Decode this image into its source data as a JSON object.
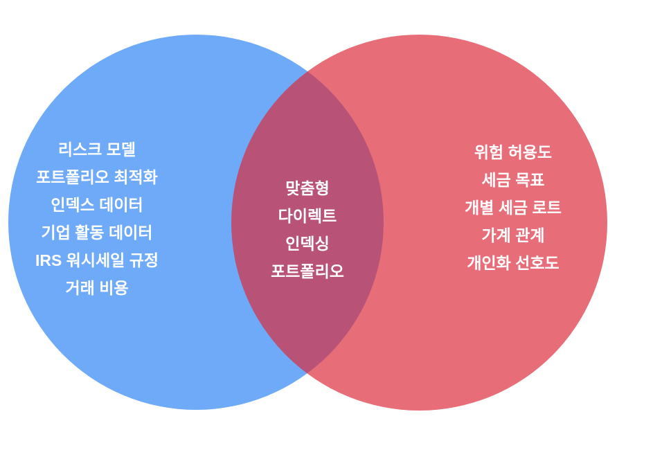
{
  "diagram": {
    "type": "venn",
    "background_color": "#FFFFFF",
    "text_color": "#FFFFFF",
    "left_circle": {
      "fill_color": "#6EAAF7",
      "items": [
        "리스크 모델",
        "포트폴리오 최적화",
        "인덱스 데이터",
        "기업 활동 데이터",
        "IRS 워시세일 규정",
        "거래 비용"
      ]
    },
    "overlap": {
      "fill_color": "#B85276",
      "items": [
        "맞춤형",
        "다이렉트",
        "인덱싱",
        "포트폴리오"
      ]
    },
    "right_circle": {
      "fill_color": "#E66E7D",
      "items": [
        "위험 허용도",
        "세금 목표",
        "개별 세금 로트",
        "가계 관계",
        "개인화 선호도"
      ]
    }
  }
}
